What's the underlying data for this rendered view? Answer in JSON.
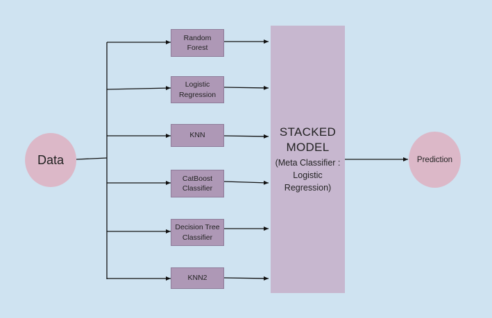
{
  "data_node": {
    "label": "Data"
  },
  "models": [
    {
      "label": "Random\nForest"
    },
    {
      "label": "Logistic\nRegression"
    },
    {
      "label": "KNN"
    },
    {
      "label": "CatBoost\nClassifier"
    },
    {
      "label": "Decision Tree\nClassifier"
    },
    {
      "label": "KNN2"
    }
  ],
  "stacked": {
    "title": "STACKED\nMODEL",
    "subtitle": "(Meta Classifier :\nLogistic\nRegression)"
  },
  "prediction_node": {
    "label": "Prediction"
  },
  "colors": {
    "background": "#cfe3f1",
    "ellipse": "#dcb8c8",
    "model_box": "#ae98b6",
    "stacked_box": "#c7b7cf",
    "line": "#111111"
  }
}
